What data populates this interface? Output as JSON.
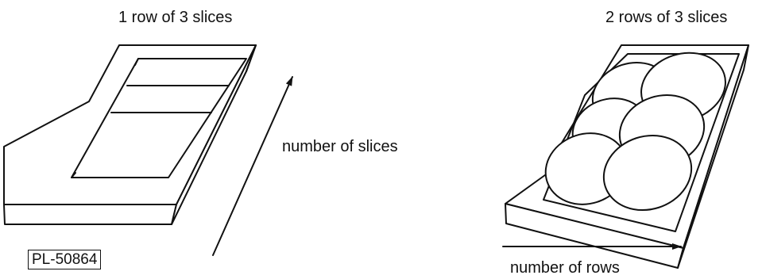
{
  "left_panel": {
    "title": "1 row of 3 slices",
    "axis_label": "number of slices",
    "reference_code": "PL-50864"
  },
  "right_panel": {
    "title": "2 rows of 3 slices",
    "axis_label": "number of rows"
  },
  "colors": {
    "line": "#111111",
    "background": "#ffffff"
  }
}
